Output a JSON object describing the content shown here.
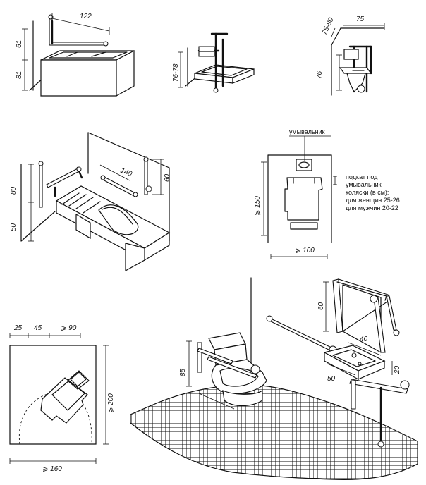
{
  "dims": {
    "tub_width": "122",
    "tub_rail_height": "61",
    "tub_height": "81",
    "shower_height": "76-78",
    "toilet_depth": "75-80",
    "toilet_width": "75",
    "toilet_height": "76",
    "bath2_length": "140",
    "bath2_rail_height": "80",
    "bath2_seat_height": "50",
    "bath2_rail_len": "60",
    "sink_plan_height": "⩾ 150",
    "sink_plan_width": "⩾ 100",
    "wc_plan_d1": "25",
    "wc_plan_d2": "45",
    "wc_plan_d3": "⩾ 90",
    "wc_plan_depth": "⩾ 200",
    "wc_plan_width": "⩾ 160",
    "room_wc_height": "85",
    "room_mirror_height": "60",
    "room_sink_w": "40",
    "room_sink_d": "50",
    "room_sink_gap": "20"
  },
  "notes": {
    "washbasin": "умывальник",
    "line1": "подкат под",
    "line2": "умывальник",
    "line3": "коляски (в см):",
    "line4": "для женщин 25-26",
    "line5": "для мужчин 20-22"
  }
}
